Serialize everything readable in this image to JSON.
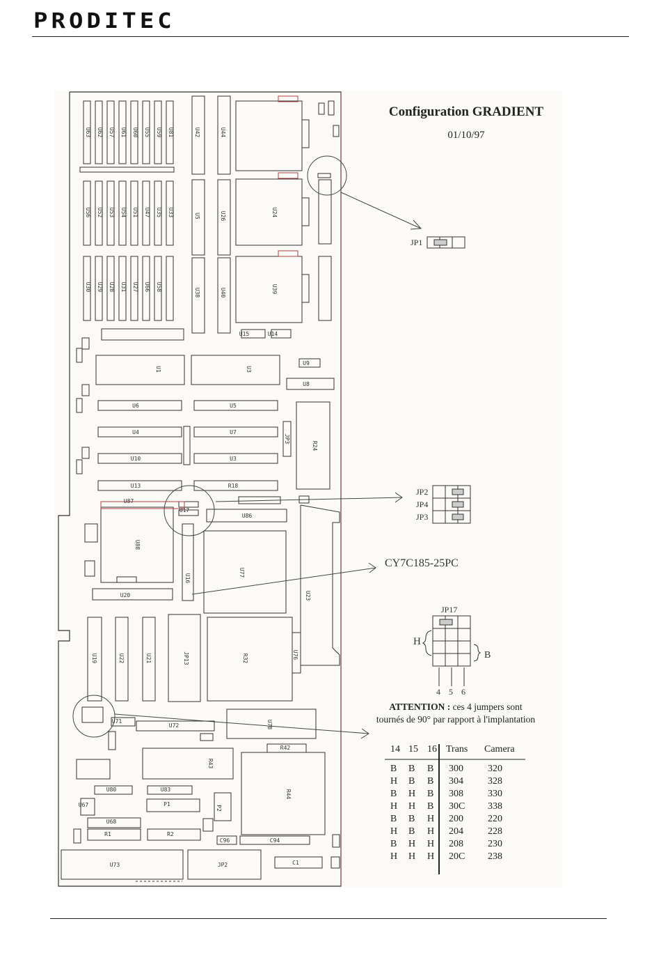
{
  "header": {
    "logo_text": "PRODITEC"
  },
  "diagram": {
    "title": "Configuration GRADIENT",
    "date": "01/10/97",
    "jumper_jp1": "JP1",
    "jumpers_group": [
      "JP2",
      "JP4",
      "JP3"
    ],
    "chip_callout": "CY7C185-25PC",
    "jp17_label": "JP17",
    "h_label": "H",
    "b_label": "B",
    "pin_numbers": [
      "4",
      "5",
      "6"
    ],
    "attention_bold": "ATTENTION :",
    "attention_line1": "ces 4 jumpers sont",
    "attention_line2": "tournés de 90° par rapport à l'implantation",
    "board_labels": [
      "U63",
      "U62",
      "U57",
      "U61",
      "U60",
      "U55",
      "U59",
      "U81",
      "U56",
      "U52",
      "U53",
      "U54",
      "U51",
      "U47",
      "U35",
      "U33",
      "U30",
      "U29",
      "U28",
      "U31",
      "U27",
      "U66",
      "U58",
      "U42",
      "U44",
      "U5",
      "U26",
      "U24",
      "U38",
      "U40",
      "U39",
      "U15",
      "U14",
      "U1",
      "U3",
      "U9",
      "U8",
      "U6",
      "U5",
      "U4",
      "U7",
      "U10",
      "U3",
      "U13",
      "R18",
      "R24",
      "JP3",
      "U87",
      "U17",
      "U86",
      "U88",
      "U16",
      "U77",
      "U20",
      "U19",
      "U22",
      "U21",
      "JP13",
      "R32",
      "U23",
      "U76",
      "U78",
      "U71",
      "U72",
      "R43",
      "R44",
      "R42",
      "U80",
      "U83",
      "U68",
      "U67",
      "P2",
      "P1",
      "R1",
      "R2",
      "U73",
      "JP2",
      "C94",
      "C96",
      "C1"
    ]
  },
  "table": {
    "headers": [
      "14",
      "15",
      "16",
      "Trans",
      "Camera"
    ],
    "rows": [
      [
        "B",
        "B",
        "B",
        "300",
        "320"
      ],
      [
        "H",
        "B",
        "B",
        "304",
        "328"
      ],
      [
        "B",
        "H",
        "B",
        "308",
        "330"
      ],
      [
        "H",
        "H",
        "B",
        "30C",
        "338"
      ],
      [
        "B",
        "B",
        "H",
        "200",
        "220"
      ],
      [
        "H",
        "B",
        "H",
        "204",
        "228"
      ],
      [
        "B",
        "H",
        "H",
        "208",
        "230"
      ],
      [
        "H",
        "H",
        "H",
        "20C",
        "238"
      ]
    ]
  },
  "colors": {
    "line": "#333333",
    "accent": "#b04040"
  }
}
